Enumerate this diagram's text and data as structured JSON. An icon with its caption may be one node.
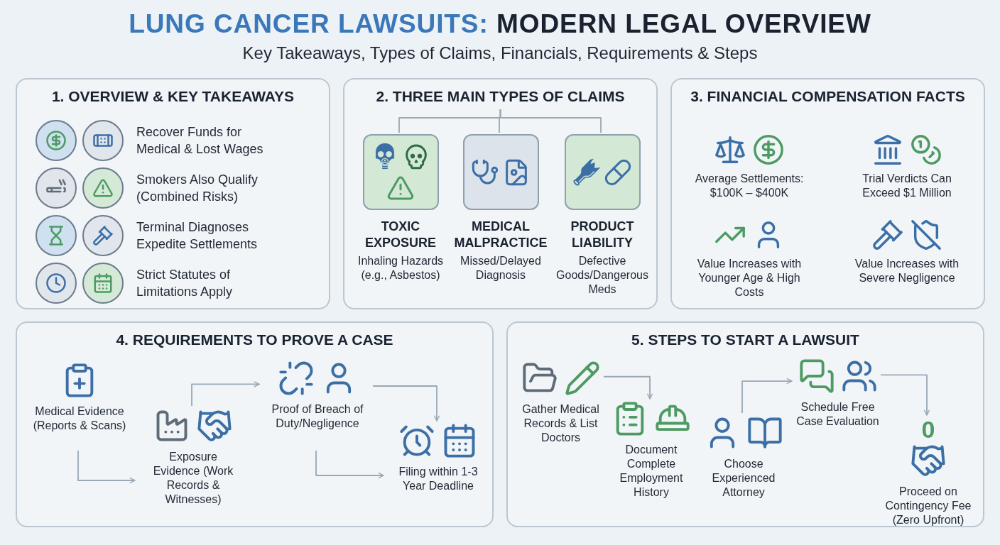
{
  "diagram": {
    "title": "**LUNG CANCER LAWSUITS:** MODERN LEGAL OVERVIEW",
    "nodes": [
      {
        "text": [
          "1. OVERVIEW & KEY TAKEAWAYS"
        ]
      },
      {
        "text": [
          "Recover Funds for Medical & Lost Wages"
        ],
        "in": 0
      },
      {
        "text": [
          "Smokers Also Qualify (Combined Risks)"
        ],
        "in": 0
      },
      {
        "text": [
          "Terminal Diagnoses Expedite Settlements"
        ],
        "in": 0
      },
      {
        "text": [
          "Strict Statutes of Limitations Apply"
        ],
        "in": 0
      },
      {
        "text": [
          "2. THREE MAIN TYPES OF CLAIMS"
        ]
      },
      {
        "text": [
          "TOXIC EXPOSURE",
          "Inhaling Hazards (e.g., Asbestos)"
        ],
        "in": 5
      },
      {
        "text": [
          "MEDICAL MALPRACTICE",
          "Missed/Delayed Diagnosis"
        ],
        "in": 5
      },
      {
        "text": [
          "PRODUCT LIABILITY",
          "Defective Goods/Dangerous Meds"
        ],
        "in": 5
      },
      {
        "text": [
          "3. FINANCIAL COMPENSATION FACTS"
        ]
      },
      {
        "text": [
          "Average Settlements: $100K – $400K"
        ],
        "in": 9
      },
      {
        "text": [
          "Trial Verdicts Can Exceed $1 Million"
        ],
        "in": 9
      },
      {
        "text": [
          "Value Increases with Younger Age & High Costs"
        ],
        "in": 9
      },
      {
        "text": [
          "Value Increases with Severe Negligence"
        ],
        "in": 9
      },
      {
        "text": [
          "4. REQUIREMENTS TO PROVE A CASE"
        ]
      },
      {
        "text": [
          "Medical Evidence (Reports & Scans)"
        ],
        "in": 14
      },
      {
        "text": [
          "Exposure Evidence (Work Records & Witnesses)"
        ],
        "in": 14
      },
      {
        "text": [
          "Proof of Breach of Duty/Negligence"
        ],
        "in": 14
      },
      {
        "text": [
          "Filing within 1-3 Year Deadline"
        ],
        "in": 14
      },
      {
        "text": [
          "5. STEPS TO START A LAWSUIT"
        ]
      },
      {
        "text": [
          "Gather Medical Records & List Doctors"
        ],
        "in": 19
      },
      {
        "text": [
          "Document Complete Employment History"
        ],
        "in": 19
      },
      {
        "text": [
          "Choose Experienced Attorney"
        ],
        "in": 19
      },
      {
        "text": [
          "Schedule Free Case Evaluation"
        ],
        "in": 19
      },
      {
        "text": [
          "0",
          "Proceed on Contingency Fee (Zero Upfront)"
        ],
        "in": 19
      }
    ],
    "edges": [
      {
        "from": null,
        "to": 6,
        "arrow": "none"
      },
      {
        "from": null,
        "to": 7,
        "arrow": "none"
      },
      {
        "from": null,
        "to": 8,
        "arrow": "none"
      },
      {
        "from": 15,
        "to": 16,
        "arrow": "to"
      },
      {
        "from": 16,
        "to": 17,
        "arrow": "to"
      },
      {
        "from": 17,
        "to": 18,
        "arrow": "to"
      },
      {
        "from": 17,
        "to": 18,
        "arrow": "to"
      },
      {
        "from": 20,
        "to": 21,
        "arrow": "to"
      },
      {
        "from": 22,
        "to": 23,
        "arrow": "to"
      },
      {
        "from": 23,
        "to": 24,
        "arrow": "to"
      }
    ],
    "labels": [
      "Key Takeaways, Types of Claims, Financials, Requirements & Steps"
    ]
  }
}
